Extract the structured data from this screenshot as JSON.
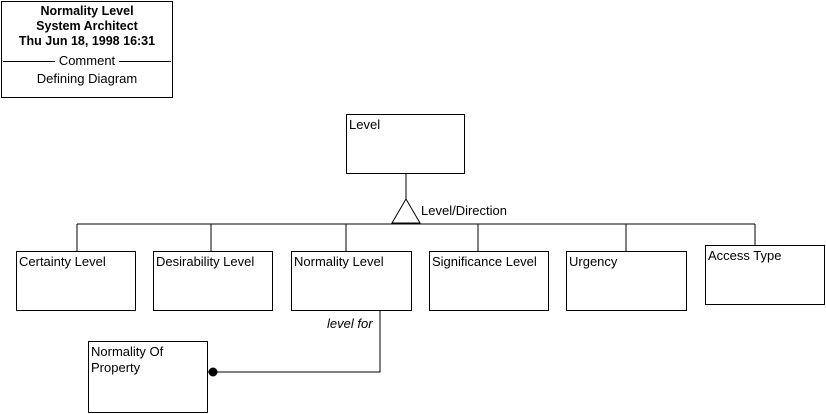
{
  "title_block": {
    "line1": "Normality Level",
    "line2": "System Architect",
    "line3": "Thu Jun 18, 1998  16:31",
    "section_label": "Comment",
    "description": "Defining Diagram"
  },
  "entities": {
    "level": "Level",
    "certainty_level": "Certainty Level",
    "desirability_level": "Desirability Level",
    "normality_level": "Normality Level",
    "significance_level": "Significance Level",
    "urgency": "Urgency",
    "access_type": "Access Type",
    "normality_of_property": "Normality Of\nProperty"
  },
  "relationships": {
    "subtype_label": "Level/Direction",
    "association_label": "level for"
  }
}
